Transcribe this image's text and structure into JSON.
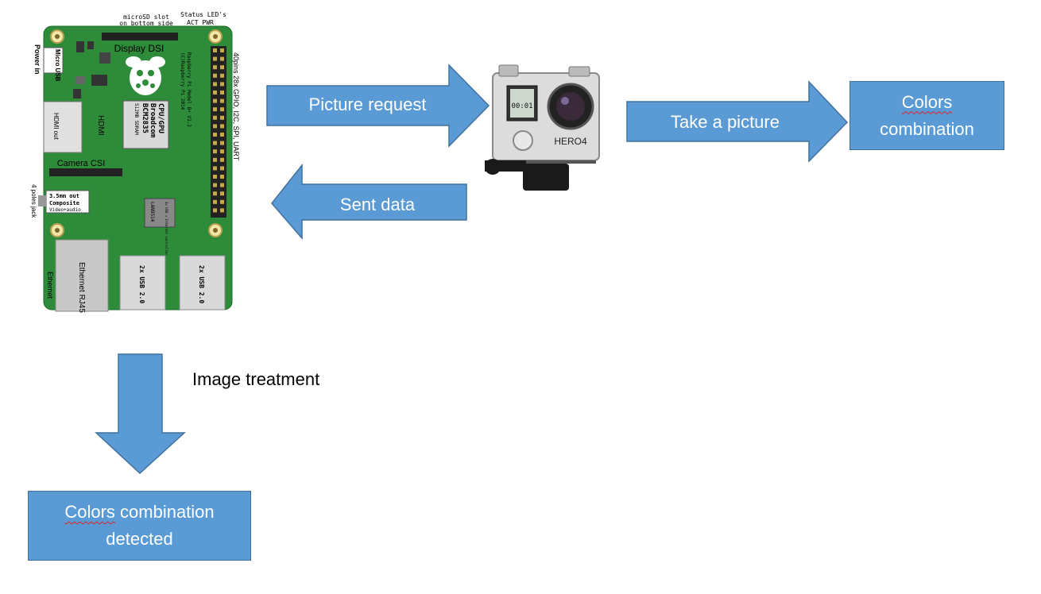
{
  "board": {
    "microsd_line1": "microSD slot",
    "microsd_line2": "on bottom side",
    "status_leds": "Status LED's",
    "act_pwr": "ACT PWR",
    "display_dsi": "Display DSI",
    "micro_usb": "Micro USB",
    "power_in": "Power in",
    "hdmi": "HDMI",
    "hdmi_out": "HDMI out",
    "camera_csi": "Camera CSI",
    "audio_line1": "3.5mm out",
    "audio_line2": "Composite",
    "audio_line3": "Video+audio",
    "four_poles": "4 poles jack",
    "cpu_line1": "CPU/GPU",
    "cpu_line2": "Broadcom",
    "cpu_line3": "BCM2835",
    "cpu_line4": "512MB SDRAM",
    "rpi_line1": "Raspberry Pi Model B+ V1.2",
    "rpi_line2": "(C)Raspberry Pi 2014",
    "gpio_label": "40pins 28x GPIO, I2C, SPI, UART",
    "lan_chip": "LAN9514",
    "usb_controller": "4x USB + Ethernet controller",
    "ethernet_rj45": "Ethernet RJ45",
    "ethernet_side": "Ethernet",
    "usb1": "2x USB 2.0",
    "usb2": "2x USB 2.0"
  },
  "camera": {
    "brand": "HERO4",
    "screen_time": "00:01"
  },
  "arrows": {
    "picture_request": "Picture request",
    "sent_data": "Sent data",
    "take_picture": "Take a picture",
    "image_treatment": "Image treatment"
  },
  "boxes": {
    "colors_combination_1": "Colors",
    "colors_combination_2": "combination",
    "detected_1": "Colors",
    "detected_1b": " combination",
    "detected_2": "detected"
  },
  "colors": {
    "arrow_fill": "#5b9bd5",
    "arrow_stroke": "#41719c",
    "pcb_green": "#2e8b3a",
    "spell_underline": "#e02020"
  }
}
